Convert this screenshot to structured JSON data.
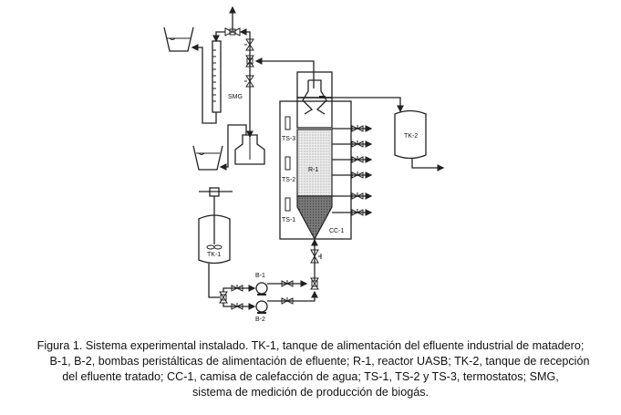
{
  "labels": {
    "smg": "SMG",
    "tk1": "TK-1",
    "tk2": "TK-2",
    "r1": "R-1",
    "cc1": "CC-1",
    "ts1": "TS-1",
    "ts2": "TS-2",
    "ts3": "TS-3",
    "b1": "B-1",
    "b2": "B-2"
  },
  "caption": {
    "line1": "Figura 1. Sistema experimental instalado. TK-1, tanque de alimentación del efluente industrial de matadero;",
    "line2": "B-1, B-2, bombas peristálticas de alimentación de efluente; R-1, reactor UASB; TK-2, tanque de recepción",
    "line3": "del efluente tratado; CC-1, camisa de calefacción de agua; TS-1, TS-2 y TS-3, termostatos; SMG,",
    "line4": "sistema de medición de producción de biogás."
  },
  "colors": {
    "line": "#222222",
    "sludge_fill": "#8a8a8a",
    "reactor_liquid": "#dcdcdc"
  }
}
